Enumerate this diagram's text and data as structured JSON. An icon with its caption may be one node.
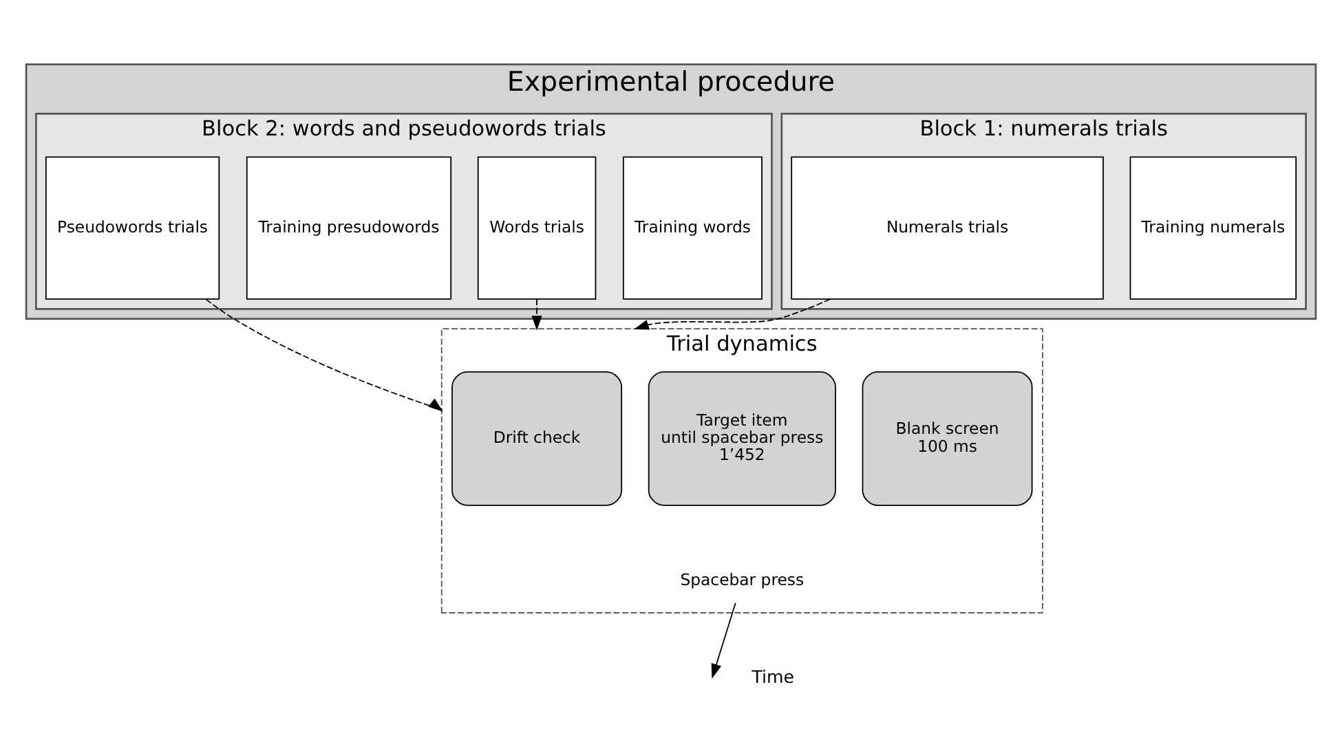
{
  "diagram": {
    "nodes": [
      {
        "text": [
          "Experimental procedure"
        ]
      },
      {
        "text": [
          "Block 1: numerals trials"
        ],
        "in": 0
      },
      {
        "text": [
          "Training numerals"
        ],
        "in": 1
      },
      {
        "text": [
          "Numerals trials"
        ],
        "in": 1
      },
      {
        "text": [
          "Block 2: words and pseudowords trials"
        ],
        "in": 0
      },
      {
        "text": [
          "Training words"
        ],
        "in": 4
      },
      {
        "text": [
          "Words trials"
        ],
        "in": 4
      },
      {
        "text": [
          "Training presudowords"
        ],
        "in": 4
      },
      {
        "text": [
          "Pseudowords trials"
        ],
        "in": 4
      },
      {
        "text": [
          "Trial dynamics"
        ]
      },
      {
        "text": [
          "Drift check"
        ],
        "in": 9
      },
      {
        "text": [
          "Target item",
          "until spacebar press",
          "1’452"
        ],
        "in": 9
      },
      {
        "text": [
          "Blank screen",
          "100 ms"
        ],
        "in": 9
      },
      {
        "text": [
          "Spacebar press"
        ],
        "in": 9
      }
    ],
    "edges": [
      {
        "from": 3,
        "to": 9,
        "arrow": "to",
        "style": "dashed"
      },
      {
        "from": 6,
        "to": 9,
        "arrow": "to",
        "style": "dashed"
      },
      {
        "from": 8,
        "to": 9,
        "arrow": "to",
        "style": "dashed"
      },
      {
        "from": 13,
        "to": null,
        "arrow": "to"
      }
    ],
    "labels": [
      "Time"
    ]
  }
}
